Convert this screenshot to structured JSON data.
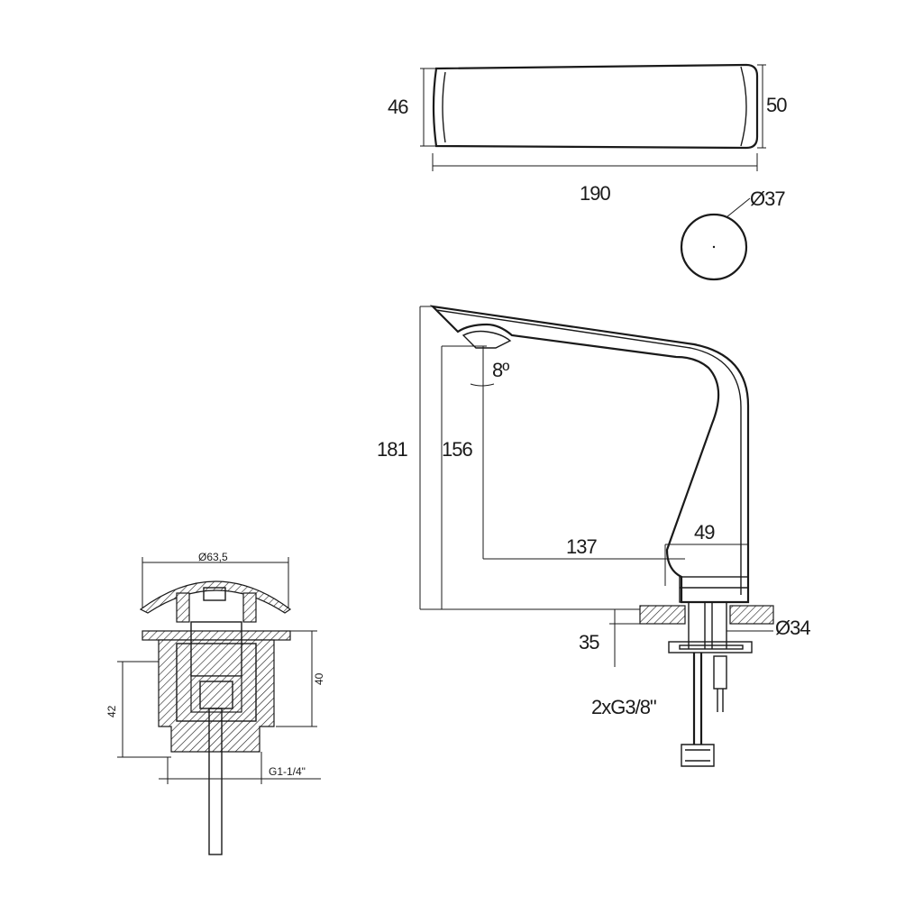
{
  "top_view": {
    "dim_left": "46",
    "dim_right": "50",
    "dim_width": "190"
  },
  "aerator": {
    "dim_diameter": "Ø37"
  },
  "side_view": {
    "dim_total_height": "181",
    "dim_spout_height": "156",
    "dim_angle": "8º",
    "dim_reach": "137",
    "dim_base_offset": "49",
    "dim_deck_thickness": "35",
    "dim_hole_diameter": "Ø34",
    "connection_label": "2xG3/8\""
  },
  "drain_view": {
    "dim_cap_diameter": "Ø63,5",
    "dim_body_height": "40",
    "dim_total_height": "42",
    "thread_label": "G1-1/4\""
  }
}
